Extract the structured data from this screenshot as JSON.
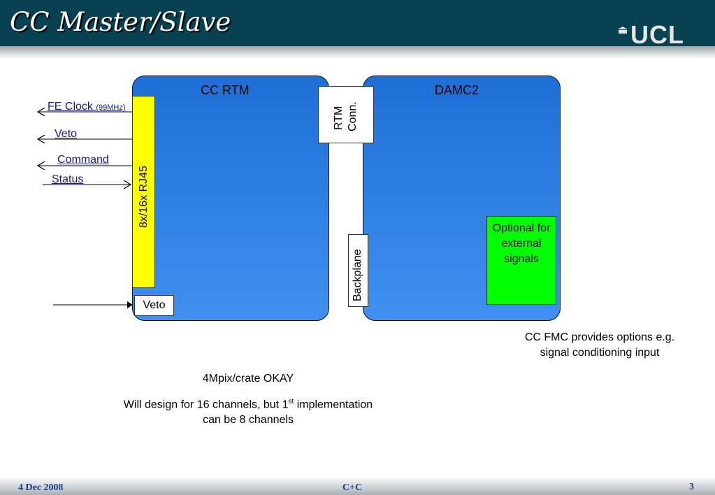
{
  "slide": {
    "title": "CC Master/Slave",
    "logo_text": "UCL",
    "footer_date": "4 Dec 2008",
    "footer_center": "C+C",
    "page_number": "3"
  },
  "diagram": {
    "cc_rtm_label": "CC RTM",
    "damc2_label": "DAMC2",
    "rtm_conn_line1": "RTM",
    "rtm_conn_line2": "Conn.",
    "backplane_label": "Backplane",
    "rj45_label": "8x/16x RJ45",
    "veto_box_label": "Veto",
    "optional_label": "Optional for external signals",
    "signals": {
      "fe_clock": "FE Clock ",
      "fe_clock_sub": "(99MHz)",
      "veto": "Veto",
      "command": "Command",
      "status": "Status"
    }
  },
  "notes": {
    "fmc_line1": "CC FMC provides options e.g.",
    "fmc_line2": "signal conditioning input",
    "crate": "4Mpix/crate OKAY",
    "design_prefix": "Will design for 16 channels, but 1",
    "design_sup": "st",
    "design_suffix": " implementation",
    "design_line2": "can be 8 channels"
  }
}
